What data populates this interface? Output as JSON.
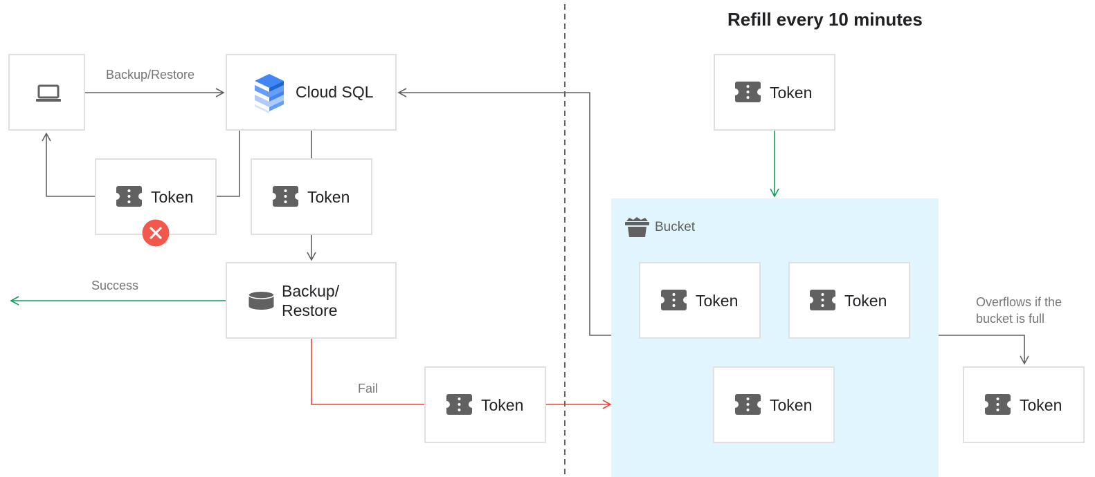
{
  "title": "Refill every 10 minutes",
  "nodes": {
    "cloud_sql": "Cloud SQL",
    "backup_restore_line1": "Backup/",
    "backup_restore_line2": "Restore",
    "bucket": "Bucket",
    "token": "Token"
  },
  "edges": {
    "backup_restore": "Backup/Restore",
    "success": "Success",
    "fail": "Fail",
    "overflow_line1": "Overflows if the",
    "overflow_line2": "bucket is full"
  },
  "icons": [
    "laptop-icon",
    "cloud-sql-icon",
    "ticket-icon",
    "error-icon",
    "disk-icon",
    "bucket-icon"
  ],
  "colors": {
    "connector": "#616161",
    "success": "#0f9d58",
    "fail": "#ea4335",
    "error_badge": "#f4574b",
    "bucket_fill": "#e1f5fe",
    "box_border": "#e0e0e0",
    "icon": "#616161"
  }
}
